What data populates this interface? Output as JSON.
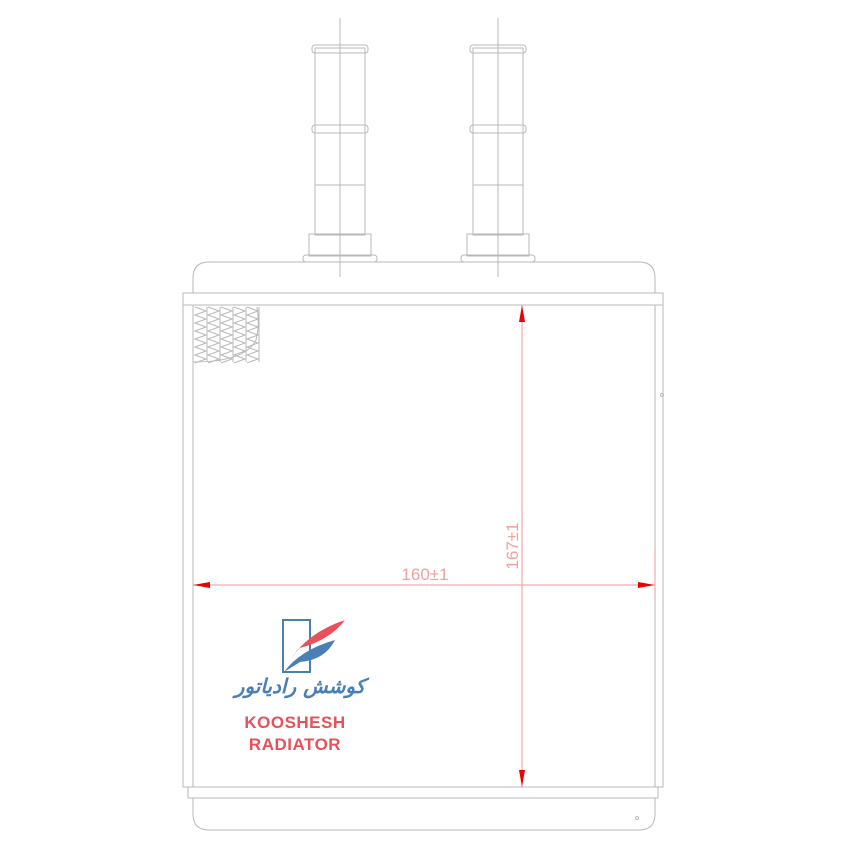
{
  "drawing": {
    "width_dimension": "160±1",
    "height_dimension": "167±1"
  },
  "logo": {
    "persian_name": "کوشش رادیاتور",
    "line1": "KOOSHESH",
    "line2": "RADIATOR",
    "colors": {
      "red": "#e8505a",
      "blue": "#4a7fb5"
    }
  }
}
